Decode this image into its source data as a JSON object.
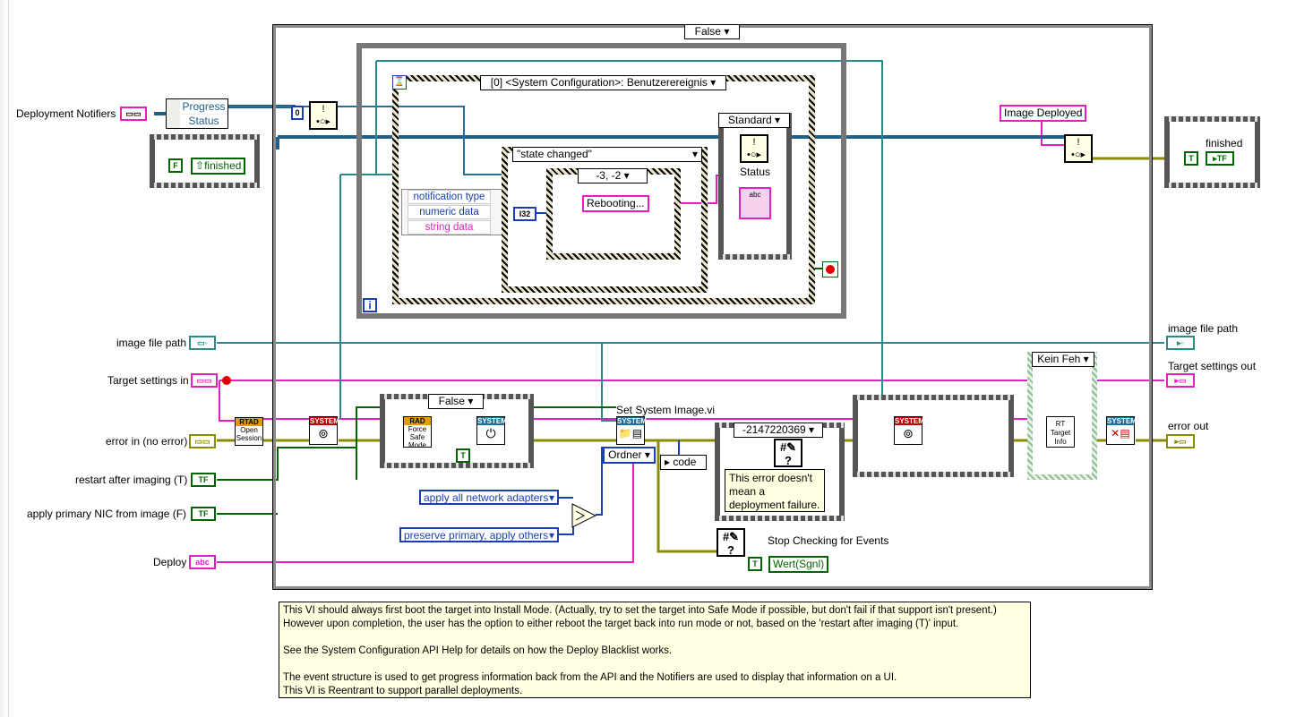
{
  "outer_case": {
    "selector": "False"
  },
  "while_loop": {
    "iteration_terminal": "i"
  },
  "event_structure": {
    "selector": "[0] <System Configuration>: Benutzerereignis"
  },
  "case_state": {
    "selector": "\"state changed\""
  },
  "case_code": {
    "selector": "-3, -2"
  },
  "case_standard": {
    "selector": "Standard",
    "status_label": "Status"
  },
  "unbundle": {
    "progress": "Progress",
    "status": "Status"
  },
  "notifier_const": "0",
  "event_data": {
    "items": [
      "notification type",
      "numeric data",
      "string data"
    ]
  },
  "rebooting": "Rebooting...",
  "i32": "I32",
  "image_deployed": "Image Deployed",
  "finished_case": {
    "const": "F",
    "label": "finished"
  },
  "finished_out": {
    "const": "T",
    "label": "finished"
  },
  "controls": {
    "deployment_notifiers": "Deployment Notifiers",
    "image_file_path": "image file path",
    "target_settings_in": "Target settings in",
    "error_in": "error in (no error)",
    "restart_after_imaging": "restart after imaging (T)",
    "apply_primary_nic": "apply primary NIC from image (F)",
    "deploy": "Deploy"
  },
  "indicators": {
    "image_file_path": "image file path",
    "target_settings_out": "Target settings out",
    "error_out": "error out"
  },
  "subvis": {
    "open_session": [
      "RTAD",
      "Open",
      "Session"
    ],
    "force_safe_mode": [
      "RAD",
      "Force",
      "Safe",
      "Mode"
    ],
    "system": "SYSTEM",
    "rt_target_info": [
      "RT",
      "Target",
      "Info"
    ],
    "set_system_image": "Set System Image.vi"
  },
  "inner_case_false": {
    "selector": "False",
    "bool_const": "T"
  },
  "enum_network": "apply all network adapters",
  "enum_preserve": "preserve primary, apply others",
  "ordner": "Ordner",
  "code": "code",
  "error_case": {
    "selector": "-2147220369",
    "note": "This error doesn't mean a deployment failure."
  },
  "stop_checking": {
    "label": "Stop Checking for Events",
    "value": "Wert(Sgnl)",
    "const": "T"
  },
  "kein_fehler": {
    "selector": "Kein Feh"
  },
  "comment_lines": [
    "This VI should always first boot the target into Install Mode. (Actually, try to set the target into Safe Mode if possible, but don't fail if that support isn't present.)",
    "However upon completion, the user has the option to either reboot the target back into run mode or not, based on the 'restart after imaging (T)' input.",
    "",
    "See the System Configuration API Help for details on how the Deploy Blacklist works.",
    "",
    "The event structure is used to get progress information back from the API and the Notifiers are used to display that information on a UI.",
    "This VI is Reentrant to support parallel deployments."
  ],
  "colors": {
    "error_wire": "#8b8b00",
    "string_wire": "#e020c0",
    "path_wire": "#2a8a8a",
    "bool_wire": "#006400",
    "refnum_wire": "#1e6464",
    "int_wire": "#1a3fb4"
  }
}
